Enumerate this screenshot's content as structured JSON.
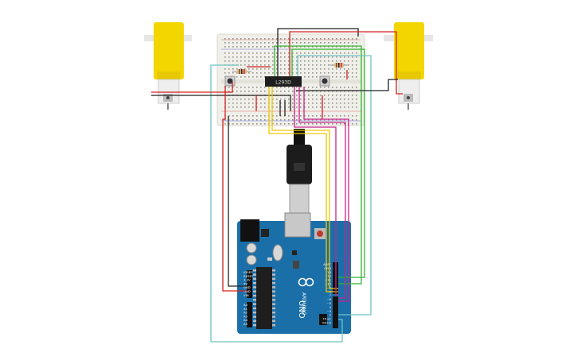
{
  "circuit": {
    "driver_chip": {
      "label": "L293D"
    },
    "arduino": {
      "brand": "ARDUINO",
      "model": "UNO",
      "power_pins": [
        "IOREF",
        "RESET",
        "3.3V",
        "5V",
        "GND",
        "GND",
        "VIN"
      ],
      "analog_pins": [
        "A0",
        "A1",
        "A2",
        "A3",
        "A4",
        "A5"
      ],
      "digital_pins": [
        "AREF",
        "GND",
        "13",
        "12",
        "~11",
        "~10",
        "~9",
        "8",
        "7",
        "~6",
        "~5",
        "4",
        "~3",
        "2",
        "TX→1",
        "RX←0"
      ]
    }
  },
  "colors": {
    "motor_yellow": "#f3d600",
    "motor_white": "#e6e6e6",
    "breadboard": "#f0efe9",
    "arduino_blue": "#1b6fa8",
    "wire_red": "#d42020",
    "wire_black": "#222222",
    "wire_green": "#2fb52f",
    "wire_magenta": "#c8238c",
    "wire_yellow": "#f0c800",
    "wire_teal": "#6cc4c4",
    "chip_black": "#1e1e1e"
  }
}
